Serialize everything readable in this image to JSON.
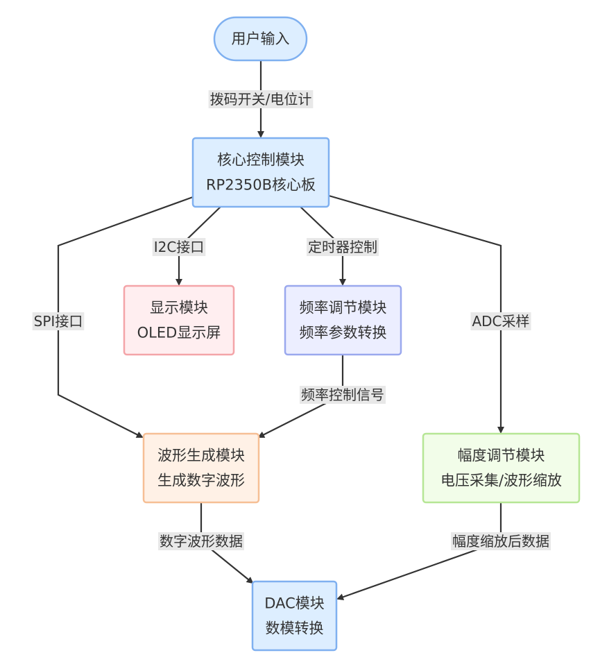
{
  "colors": {
    "edge": "#333333",
    "label_bg": "#e8e8e8",
    "blue_fill": "#ddeeff",
    "blue_stroke": "#7fb0f0",
    "red_fill": "#ffeef0",
    "red_stroke": "#f4a4a8",
    "purple_fill": "#eceeff",
    "purple_stroke": "#9aa8ee",
    "orange_fill": "#fff1e6",
    "orange_stroke": "#f6bf95",
    "green_fill": "#f2fde9",
    "green_stroke": "#b6e695"
  },
  "nodes": [
    {
      "id": "user-input",
      "lines": [
        "用户输入"
      ],
      "style": "blue",
      "shape": "pill"
    },
    {
      "id": "core-control",
      "lines": [
        "核心控制模块",
        "RP2350B核心板"
      ],
      "style": "blue",
      "shape": "rect"
    },
    {
      "id": "display",
      "lines": [
        "显示模块",
        "OLED显示屏"
      ],
      "style": "red",
      "shape": "rect"
    },
    {
      "id": "freq-adjust",
      "lines": [
        "频率调节模块",
        "频率参数转换"
      ],
      "style": "purple",
      "shape": "rect"
    },
    {
      "id": "waveform-gen",
      "lines": [
        "波形生成模块",
        "生成数字波形"
      ],
      "style": "orange",
      "shape": "rect"
    },
    {
      "id": "amp-adjust",
      "lines": [
        "幅度调节模块",
        "电压采集/波形缩放"
      ],
      "style": "green",
      "shape": "rect"
    },
    {
      "id": "dac",
      "lines": [
        "DAC模块",
        "数模转换"
      ],
      "style": "blue",
      "shape": "rect"
    }
  ],
  "edges": [
    {
      "id": "input-to-core",
      "from": "user-input",
      "to": "core-control",
      "label": "拨码开关/电位计"
    },
    {
      "id": "core-to-display",
      "from": "core-control",
      "to": "display",
      "label": "I2C接口"
    },
    {
      "id": "core-to-freq",
      "from": "core-control",
      "to": "freq-adjust",
      "label": "定时器控制"
    },
    {
      "id": "core-to-waveform",
      "from": "core-control",
      "to": "waveform-gen",
      "label": "SPI接口"
    },
    {
      "id": "core-to-amp",
      "from": "core-control",
      "to": "amp-adjust",
      "label": "ADC采样"
    },
    {
      "id": "freq-to-waveform",
      "from": "freq-adjust",
      "to": "waveform-gen",
      "label": "频率控制信号"
    },
    {
      "id": "waveform-to-dac",
      "from": "waveform-gen",
      "to": "dac",
      "label": "数字波形数据"
    },
    {
      "id": "amp-to-dac",
      "from": "amp-adjust",
      "to": "dac",
      "label": "幅度缩放后数据"
    }
  ]
}
